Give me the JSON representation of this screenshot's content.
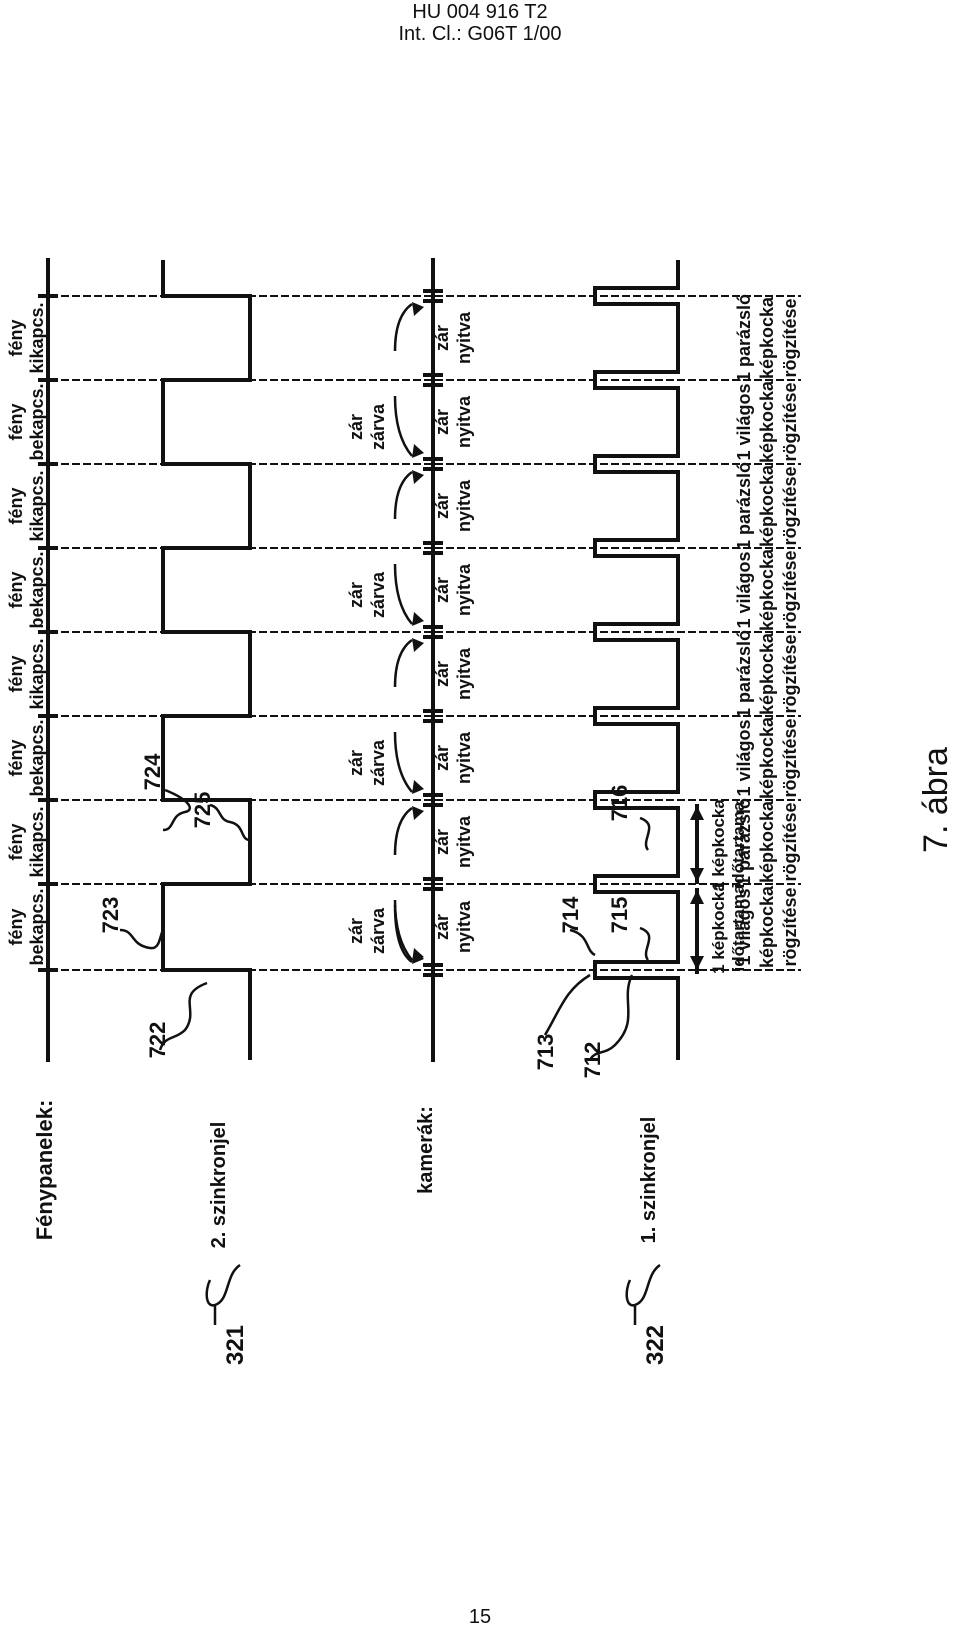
{
  "header": {
    "line1": "HU 004 916 T2",
    "line2": "Int. Cl.: G06T 1/00"
  },
  "page_number": "15",
  "figure_label": "7. ábra",
  "left_labels": {
    "light_panels": "Fénypanelek:",
    "cameras": "kamerák:",
    "sync2": "2. szinkronjel",
    "sync1": "1. szinkronjel",
    "ref321": "321",
    "ref322": "322"
  },
  "refs": {
    "r722": "722",
    "r723": "723",
    "r724": "724",
    "r725": "725",
    "r713": "713",
    "r712": "712",
    "r714": "714",
    "r715": "715",
    "r716": "716"
  },
  "light_states": [
    {
      "w1": "fény",
      "w2": "bekapcs."
    },
    {
      "w1": "fény",
      "w2": "kikapcs."
    },
    {
      "w1": "fény",
      "w2": "bekapcs."
    },
    {
      "w1": "fény",
      "w2": "kikapcs."
    },
    {
      "w1": "fény",
      "w2": "bekapcs."
    },
    {
      "w1": "fény",
      "w2": "kikapcs."
    },
    {
      "w1": "fény",
      "w2": "bekapcs."
    },
    {
      "w1": "fény",
      "w2": "kikapcs."
    }
  ],
  "shutter_closed": {
    "w1": "zár",
    "w2": "zárva"
  },
  "shutter_open": {
    "w1": "zár",
    "w2": "nyitva"
  },
  "frame_duration": {
    "w1": "1 képkocka",
    "w2": "időtartama"
  },
  "record_labels": [
    {
      "l1": "1 világos",
      "l2": "képkocka",
      "l3": "rögzítése"
    },
    {
      "l1": "1 parázsló",
      "l2": "képkocka",
      "l3": "rögzítése"
    },
    {
      "l1": "1 világos",
      "l2": "képkocka",
      "l3": "rögzítése"
    },
    {
      "l1": "1 parázsló",
      "l2": "képkocka",
      "l3": "rögzítése"
    },
    {
      "l1": "1 világos",
      "l2": "képkocka",
      "l3": "rögzítése"
    },
    {
      "l1": "1 parázsló",
      "l2": "képkocka",
      "l3": "rögzítése"
    },
    {
      "l1": "1 világos",
      "l2": "képkocka",
      "l3": "rögzítése"
    },
    {
      "l1": "1 parázsló",
      "l2": "képkocka",
      "l3": "rögzítése"
    }
  ]
}
